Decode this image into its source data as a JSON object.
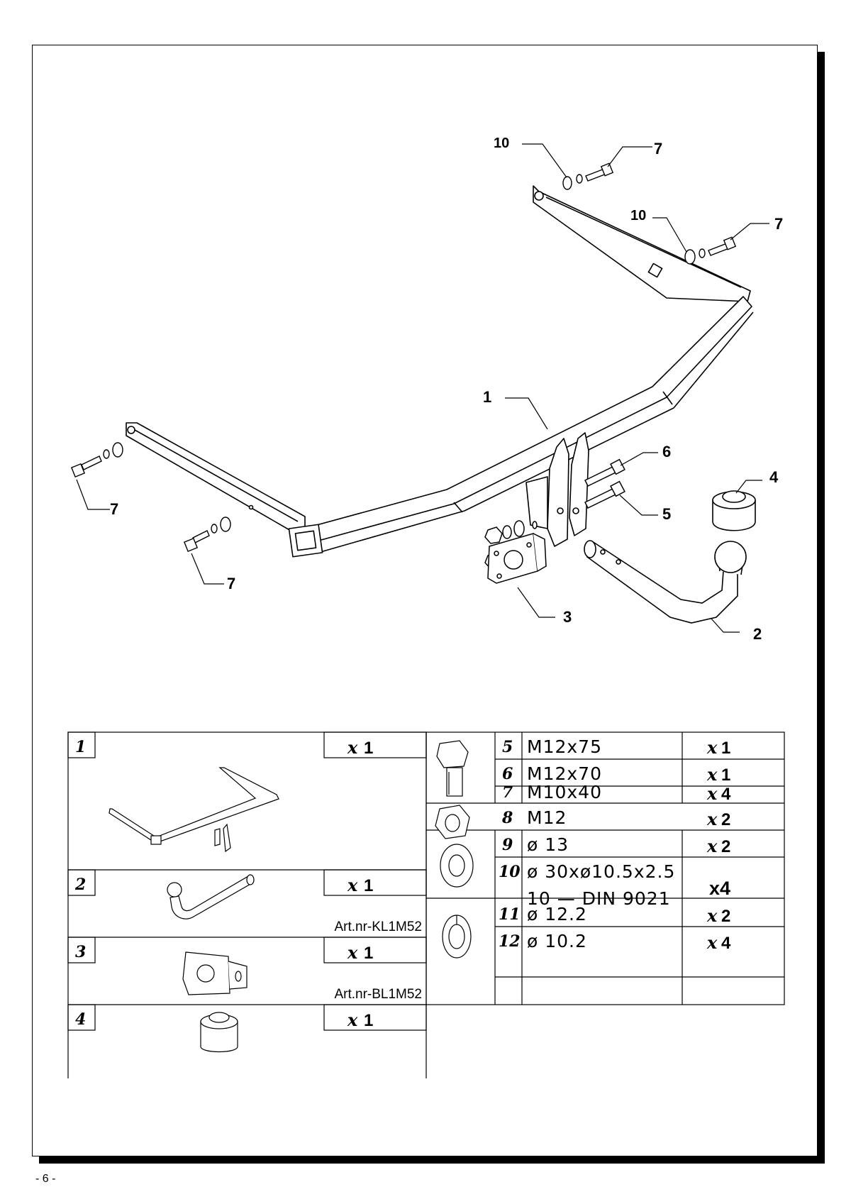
{
  "page_number": "- 6 -",
  "callouts": {
    "c1": "1",
    "c2": "2",
    "c3": "3",
    "c4": "4",
    "c5": "5",
    "c6": "6",
    "c7a": "7",
    "c7b": "7",
    "c7c": "7",
    "c7d": "7",
    "c10a": "10",
    "c10b": "10"
  },
  "parts_left": [
    {
      "num": "1",
      "qty_x": "x",
      "qty": "1",
      "art": ""
    },
    {
      "num": "2",
      "qty_x": "x",
      "qty": "1",
      "art": "Art.nr-KL1M52"
    },
    {
      "num": "3",
      "qty_x": "x",
      "qty": "1",
      "art": "Art.nr-BL1M52"
    },
    {
      "num": "4",
      "qty_x": "x",
      "qty": "1",
      "art": ""
    }
  ],
  "parts_right": [
    {
      "num": "5",
      "spec": "M12x75",
      "qty_x": "x",
      "qty": "1"
    },
    {
      "num": "6",
      "spec": "M12x70",
      "qty_x": "x",
      "qty": "1"
    },
    {
      "num": "7",
      "spec": "M10x40",
      "qty_x": "x",
      "qty": "4"
    },
    {
      "num": "8",
      "spec": "M12",
      "qty_x": "x",
      "qty": "2"
    },
    {
      "num": "9",
      "spec": "ø 13",
      "qty_x": "x",
      "qty": "2"
    },
    {
      "num": "10",
      "spec": "ø 30xø10.5x2.5",
      "spec2": "10 — DIN 9021",
      "qty_x": "",
      "qty": "x4"
    },
    {
      "num": "11",
      "spec": "ø 12.2",
      "qty_x": "x",
      "qty": "2"
    },
    {
      "num": "12",
      "spec": "ø 10.2",
      "qty_x": "x",
      "qty": "4"
    }
  ]
}
